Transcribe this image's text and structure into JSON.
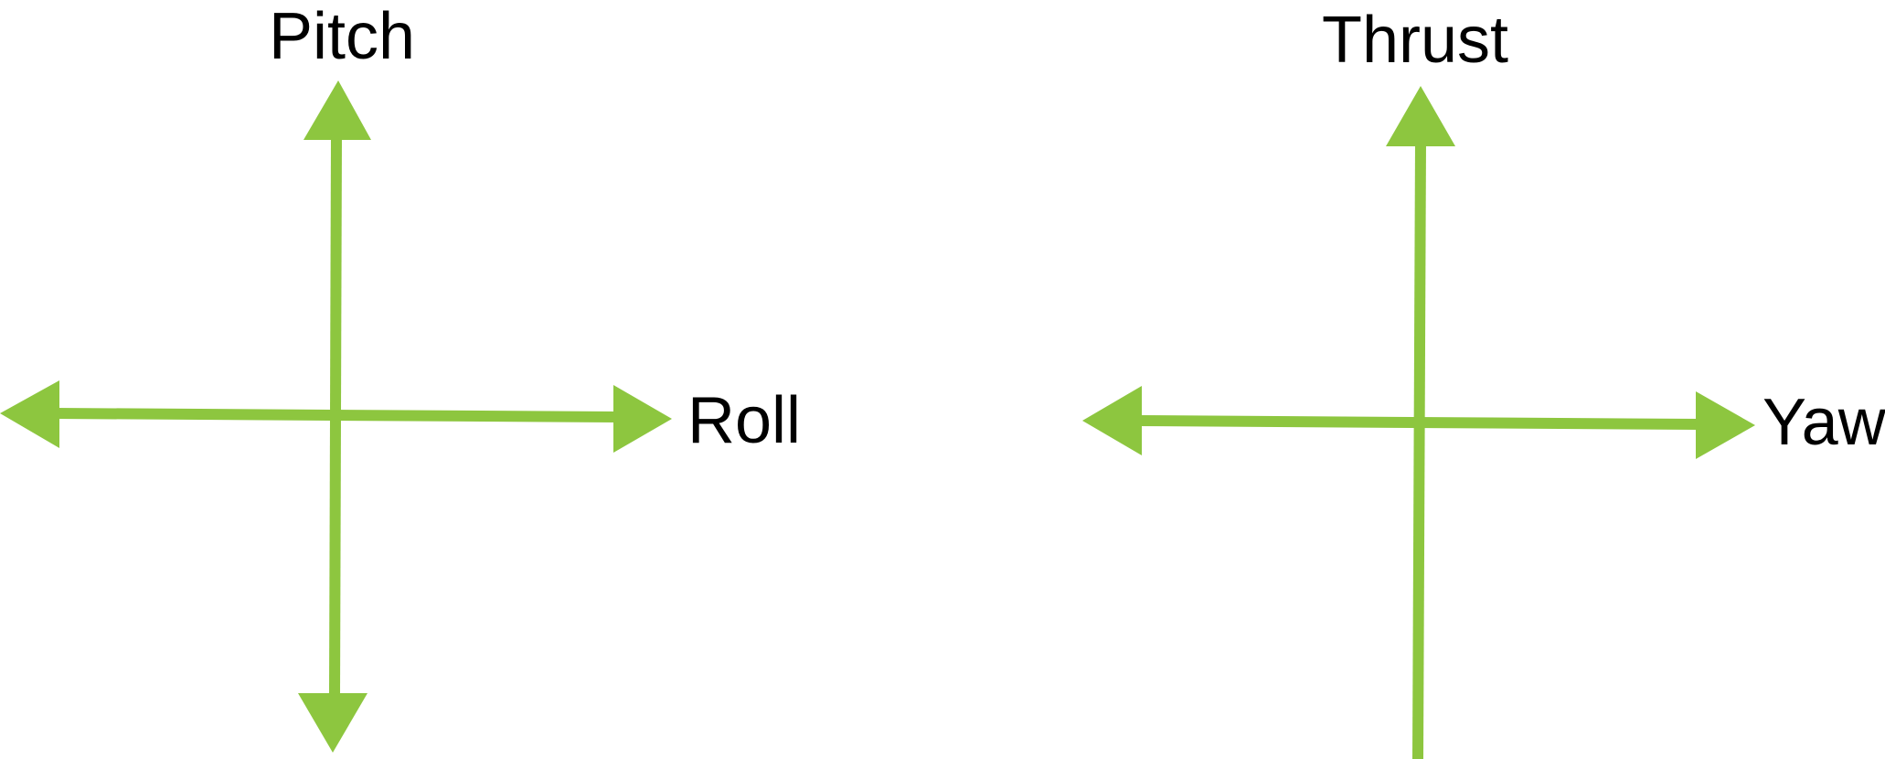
{
  "left_stick": {
    "vertical_label": "Pitch",
    "horizontal_label": "Roll"
  },
  "right_stick": {
    "vertical_label": "Thrust",
    "horizontal_label": "Yaw"
  },
  "colors": {
    "arrow": "#8dc63f",
    "text": "#000000",
    "background": "#ffffff"
  }
}
